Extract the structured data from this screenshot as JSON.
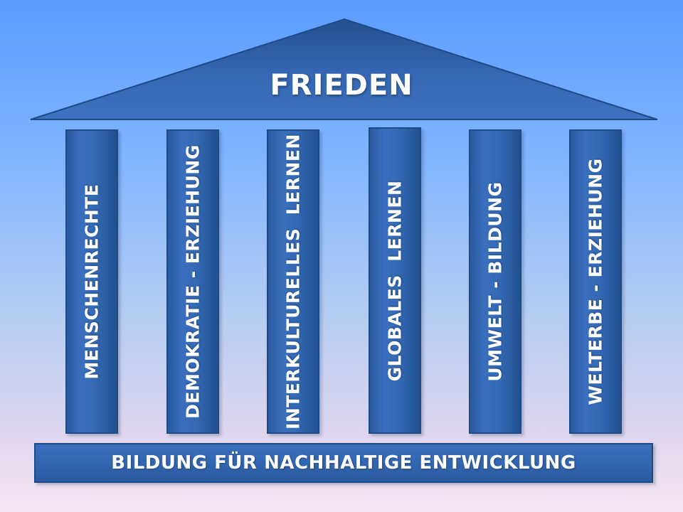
{
  "roof": {
    "title": "FRIEDEN"
  },
  "pillars": [
    {
      "label": "MENSCHENRECHTE"
    },
    {
      "label": "DEMOKRATIE - ERZIEHUNG"
    },
    {
      "label": "INTERKULTURELLES  LERNEN"
    },
    {
      "label": "GLOBALES  LERNEN"
    },
    {
      "label": "UMWELT - BILDUNG"
    },
    {
      "label": "WELTERBE - ERZIEHUNG"
    }
  ],
  "base": {
    "label": "BILDUNG FÜR NACHHALTIGE ENTWICKLUNG"
  },
  "colors": {
    "background_top": "#5b9cff",
    "background_bottom": "#f6e6f3",
    "structure_fill": "#3266b0",
    "structure_border": "#1e4a86",
    "text": "#ffffff"
  }
}
